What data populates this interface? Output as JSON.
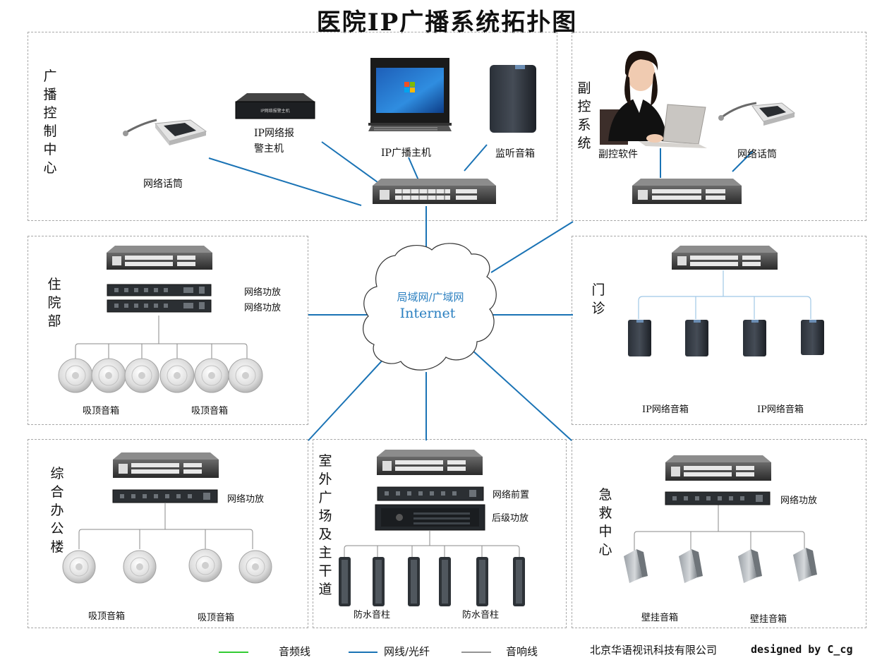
{
  "title": "医院IP广播系统拓扑图",
  "cloud": {
    "line1": "局域网/广域网",
    "line2": "Internet"
  },
  "zones": {
    "control_center": {
      "name": "广播控制中心",
      "mic_label": "网络话筒",
      "alarm_label_1": "IP网络报",
      "alarm_label_2": "警主机",
      "alarm_panel_text": "IP网络报警主机",
      "host_label": "IP广播主机",
      "monitor_label": "监听音箱"
    },
    "sub_control": {
      "name": "副控系统",
      "software_label": "副控软件",
      "mic_label": "网络话筒"
    },
    "inpatient": {
      "name": "住院部",
      "amp_label_1": "网络功放",
      "amp_label_2": "网络功放",
      "speaker_label_1": "吸顶音箱",
      "speaker_label_2": "吸顶音箱"
    },
    "outpatient": {
      "name": "门诊",
      "speaker_label_1": "IP网络音箱",
      "speaker_label_2": "IP网络音箱"
    },
    "office": {
      "name": "综合办公楼",
      "amp_label": "网络功放",
      "speaker_label_1": "吸顶音箱",
      "speaker_label_2": "吸顶音箱"
    },
    "outdoor": {
      "name": "室外广场及主干道",
      "pre_label": "网络前置",
      "post_label": "后级功放",
      "column_label_1": "防水音柱",
      "column_label_2": "防水音柱"
    },
    "emergency": {
      "name": "急救中心",
      "amp_label": "网络功放",
      "speaker_label_1": "壁挂音箱",
      "speaker_label_2": "壁挂音箱"
    }
  },
  "legend": {
    "audio": {
      "label": "音频线",
      "color": "#33cc33"
    },
    "network": {
      "label": "网线/光纤",
      "color": "#1a73b5"
    },
    "speaker": {
      "label": "音响线",
      "color": "#555555"
    }
  },
  "company": "北京华语视讯科技有限公司",
  "designer": "designed by C_cg"
}
